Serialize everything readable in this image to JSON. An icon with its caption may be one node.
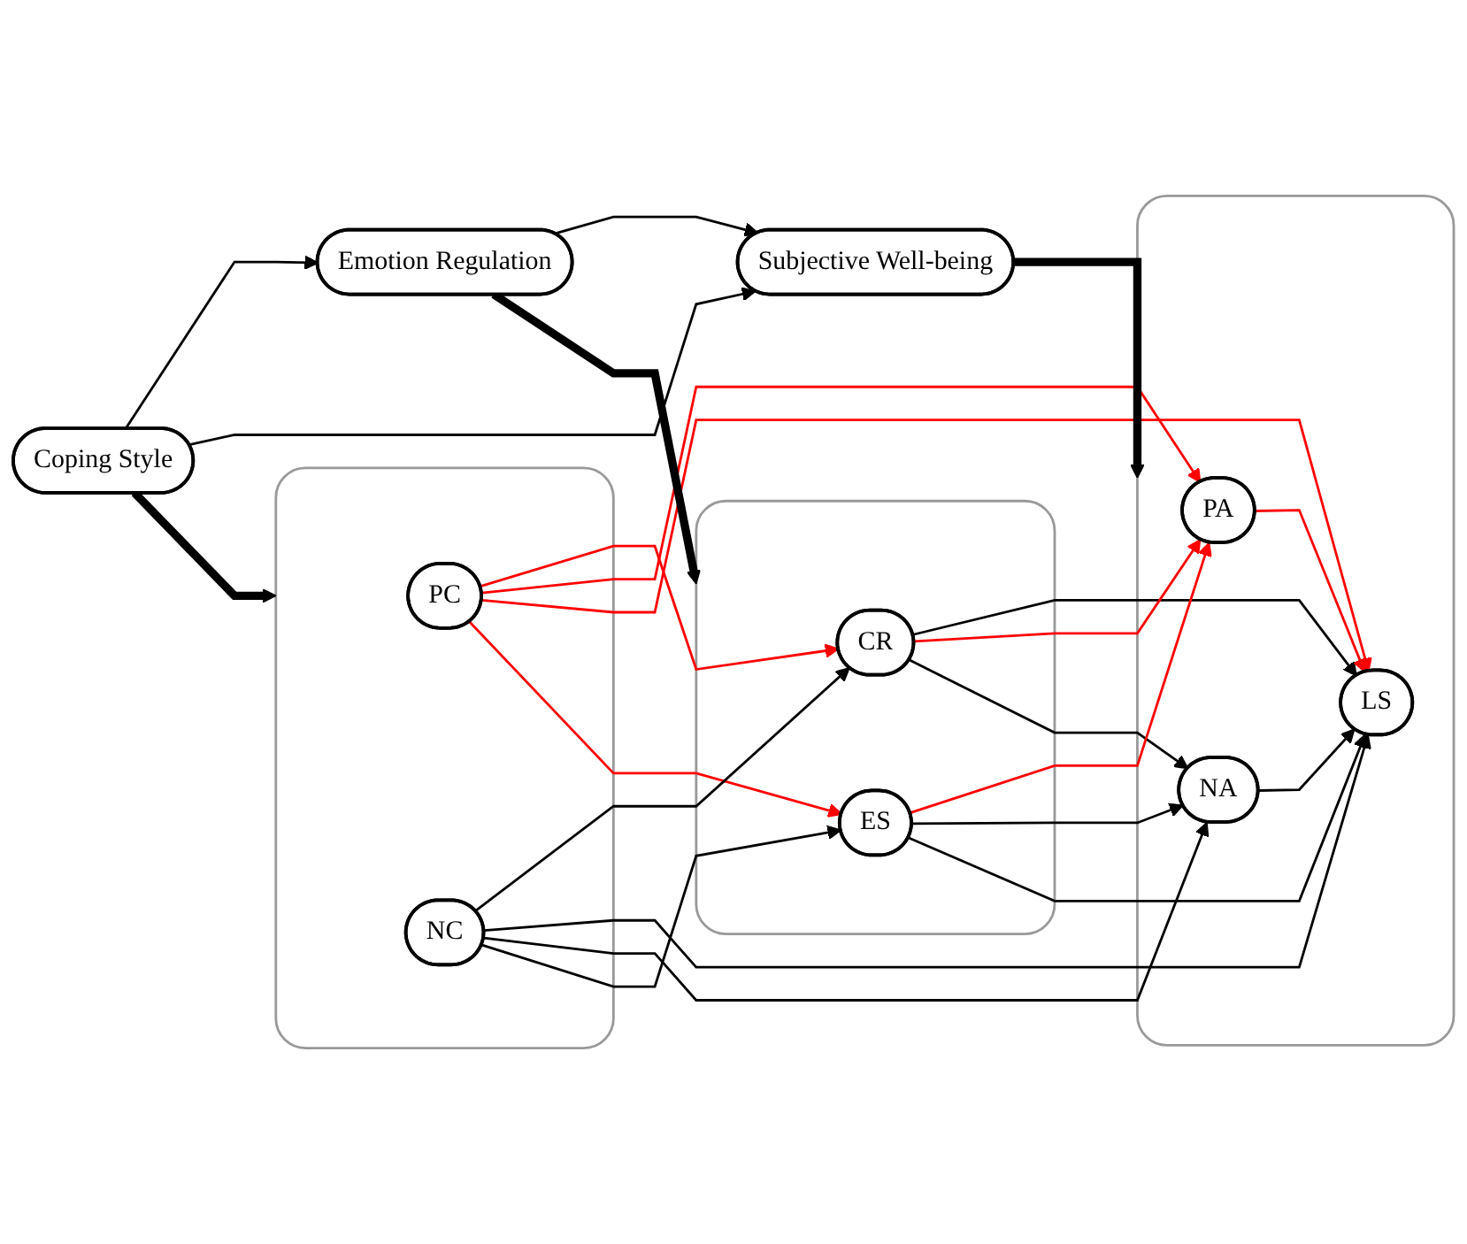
{
  "diagram": {
    "nodes": [
      {
        "text": [
          "Coping Style"
        ]
      },
      {
        "text": [
          "Emotion Regulation"
        ]
      },
      {
        "text": [
          "Subjective Well-being"
        ]
      },
      {
        "text": [],
        "shape": "box"
      },
      {
        "text": [
          "PC"
        ],
        "in": 3
      },
      {
        "text": [
          "NC"
        ],
        "in": 3
      },
      {
        "text": [],
        "shape": "box"
      },
      {
        "text": [
          "CR"
        ],
        "in": 6
      },
      {
        "text": [
          "ES"
        ],
        "in": 6
      },
      {
        "text": [],
        "shape": "box"
      },
      {
        "text": [
          "PA"
        ],
        "in": 9
      },
      {
        "text": [
          "NA"
        ],
        "in": 9
      },
      {
        "text": [
          "LS"
        ],
        "in": 9
      }
    ],
    "edges": [
      {
        "from": 0,
        "to": 1,
        "arrow": "to"
      },
      {
        "from": 1,
        "to": 2,
        "arrow": "to"
      },
      {
        "from": 0,
        "to": 2,
        "arrow": "to"
      },
      {
        "from": 0,
        "to": 3,
        "arrow": "to",
        "style": "thick"
      },
      {
        "from": 1,
        "to": 6,
        "arrow": "to",
        "style": "thick"
      },
      {
        "from": 2,
        "to": 9,
        "arrow": "to",
        "style": "thick"
      },
      {
        "from": 4,
        "to": 7,
        "arrow": "to",
        "color": "#ff0000"
      },
      {
        "from": 4,
        "to": 10,
        "arrow": "to",
        "color": "#ff0000"
      },
      {
        "from": 4,
        "to": 12,
        "arrow": "to",
        "color": "#ff0000"
      },
      {
        "from": 4,
        "to": 8,
        "arrow": "to",
        "color": "#ff0000"
      },
      {
        "from": 5,
        "to": 7,
        "arrow": "to"
      },
      {
        "from": 5,
        "to": 12,
        "arrow": "to"
      },
      {
        "from": 5,
        "to": 11,
        "arrow": "to"
      },
      {
        "from": 5,
        "to": 8,
        "arrow": "to"
      },
      {
        "from": 7,
        "to": 12,
        "arrow": "to"
      },
      {
        "from": 7,
        "to": 10,
        "arrow": "to",
        "color": "#ff0000"
      },
      {
        "from": 7,
        "to": 11,
        "arrow": "to"
      },
      {
        "from": 8,
        "to": 10,
        "arrow": "to",
        "color": "#ff0000"
      },
      {
        "from": 8,
        "to": 11,
        "arrow": "to"
      },
      {
        "from": 8,
        "to": 12,
        "arrow": "to"
      },
      {
        "from": 10,
        "to": 12,
        "arrow": "to",
        "color": "#ff0000"
      },
      {
        "from": 11,
        "to": 12,
        "arrow": "to"
      }
    ]
  }
}
